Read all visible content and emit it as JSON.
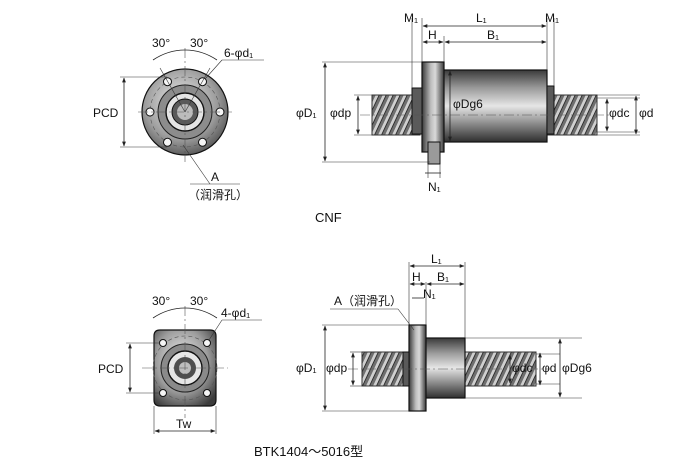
{
  "top": {
    "front": {
      "angle_left": "30°",
      "angle_right": "30°",
      "holes": "6-φd₁",
      "pcd": "PCD",
      "lube_label": "A",
      "lube_note": "（润滑孔）"
    },
    "side": {
      "m1_left": "M₁",
      "l1": "L₁",
      "m1_right": "M₁",
      "h": "H",
      "b1": "B₁",
      "d1": "φD₁",
      "dp": "φdp",
      "dg6": "φDg6",
      "dc": "φdc",
      "d": "φd",
      "n1": "N₁"
    },
    "caption": "CNF"
  },
  "bottom": {
    "front": {
      "angle_left": "30°",
      "angle_right": "30°",
      "holes": "4-φd₁",
      "pcd": "PCD",
      "tw": "Tw"
    },
    "side": {
      "l1": "L₁",
      "h": "H",
      "b1": "B₁",
      "n1": "N₁",
      "lube": "A（润滑孔）",
      "d1": "φD₁",
      "dp": "φdp",
      "dc": "φdc",
      "d": "φd",
      "dg6": "φDg6"
    },
    "caption": "BTK1404～5016型"
  }
}
